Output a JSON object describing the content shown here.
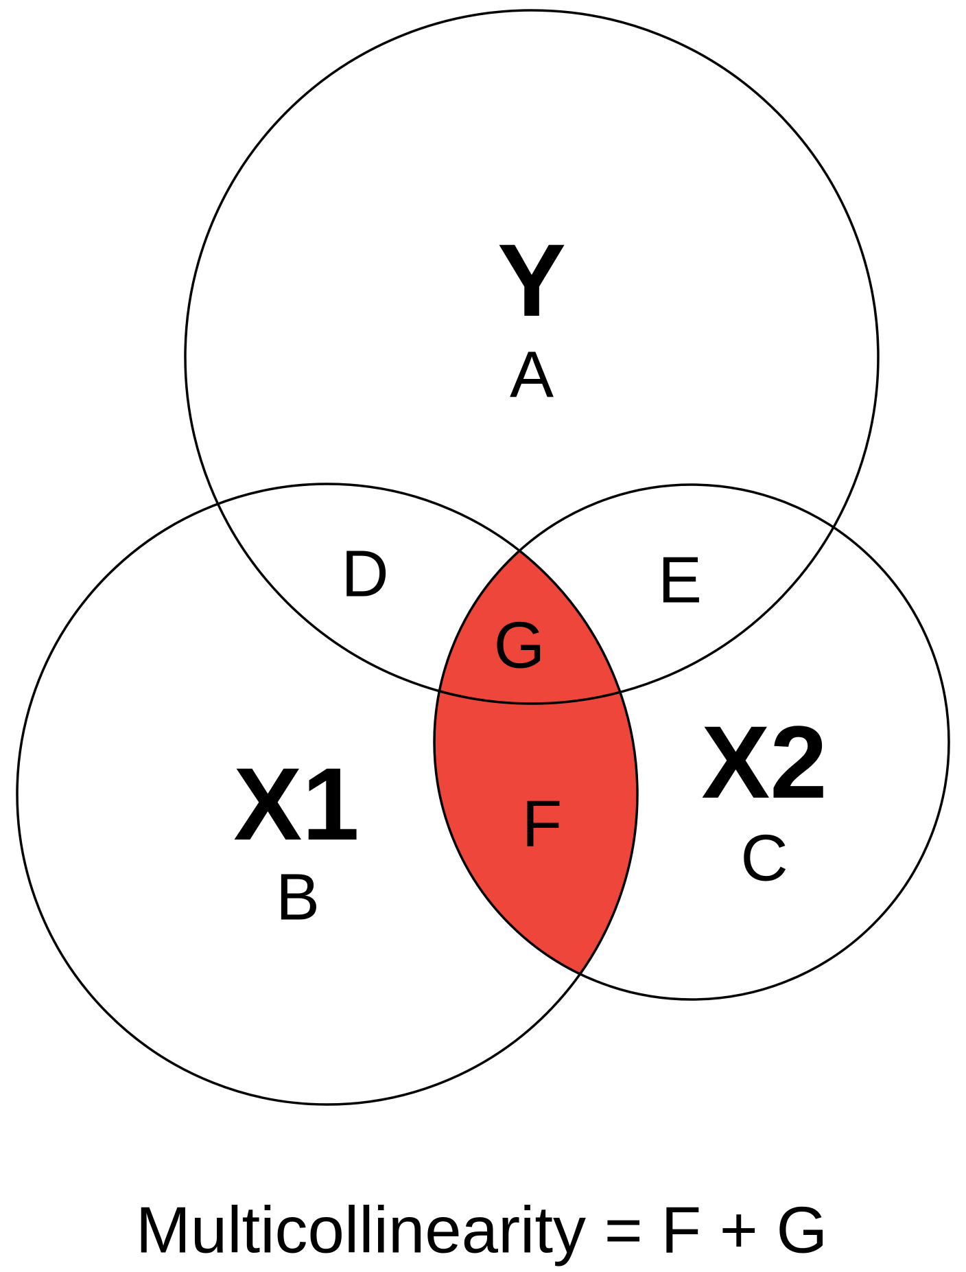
{
  "colors": {
    "overlap_fill": "#EF463B",
    "stroke": "#000000"
  },
  "circles": {
    "y": {
      "name": "Y",
      "region": "A"
    },
    "x1": {
      "name": "X1",
      "region": "B"
    },
    "x2": {
      "name": "X2",
      "region": "C"
    }
  },
  "regions": {
    "d": "D",
    "e": "E",
    "f": "F",
    "g": "G"
  },
  "caption": "Multicollinearity = F + G"
}
